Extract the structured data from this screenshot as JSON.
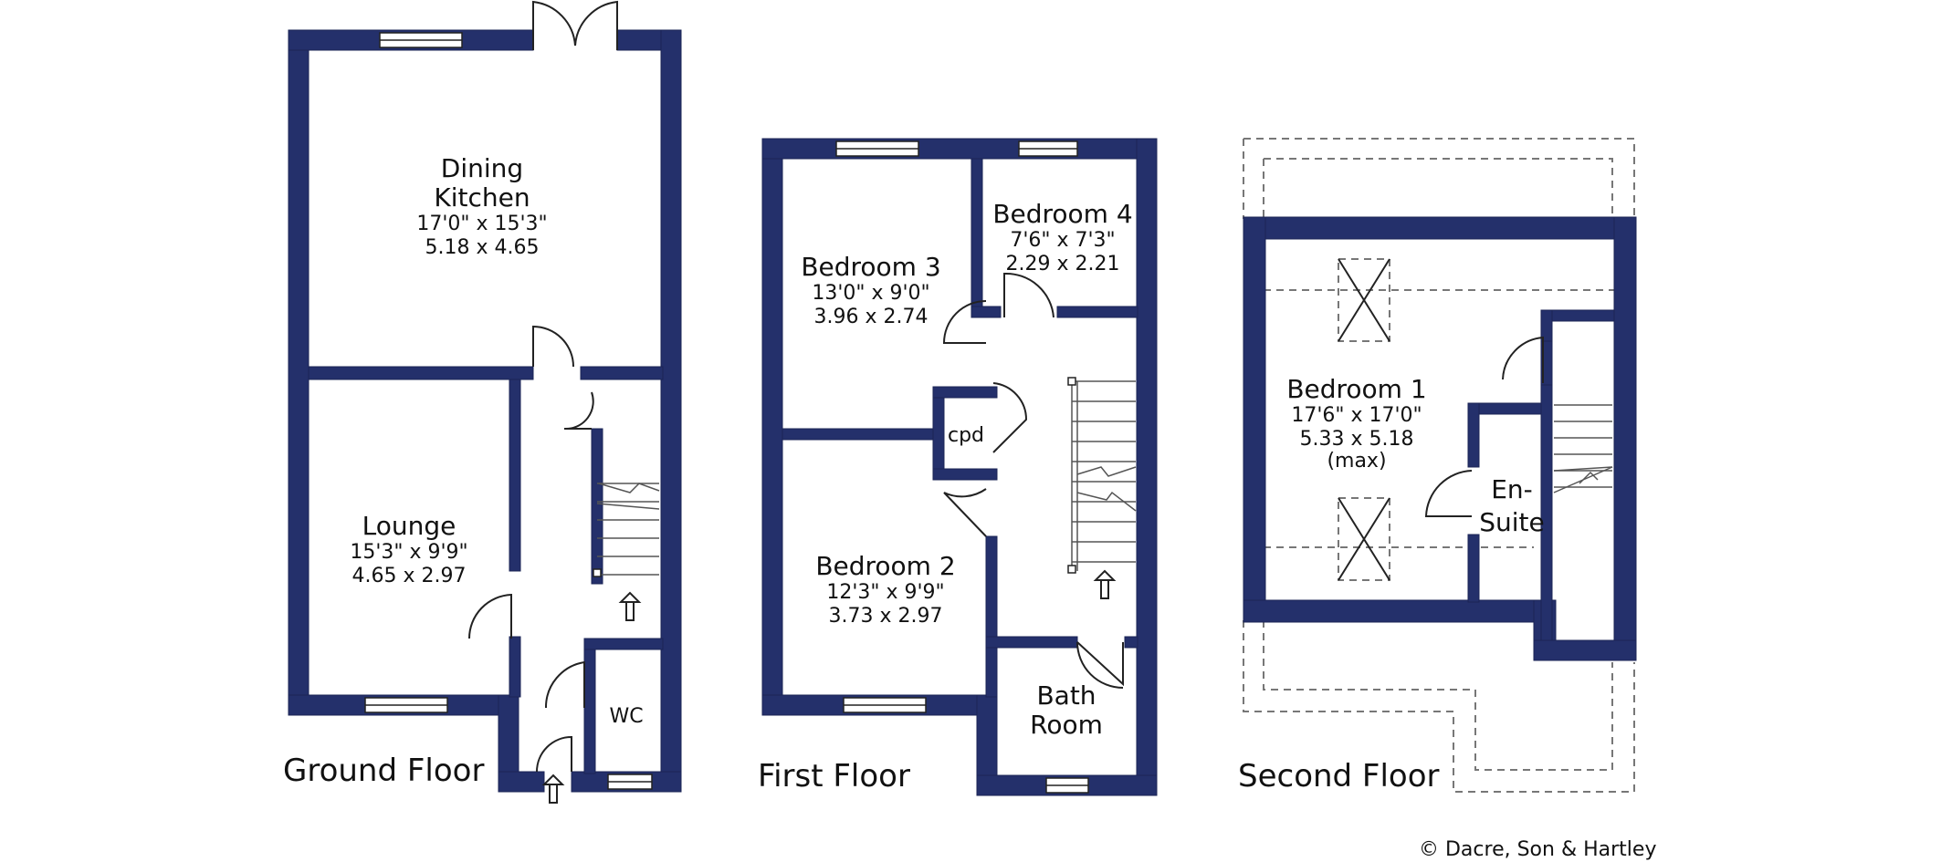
{
  "floors": [
    {
      "label": "Ground Floor",
      "rooms": [
        {
          "name_lines": [
            "Dining",
            "Kitchen"
          ],
          "dims": [
            "17'0\"  x  15'3\"",
            "5.18  x  4.65"
          ]
        },
        {
          "name_lines": [
            "Lounge"
          ],
          "dims": [
            "15'3\"  x  9'9\"",
            "4.65  x  2.97"
          ]
        },
        {
          "name_lines": [
            "WC"
          ],
          "dims": []
        }
      ]
    },
    {
      "label": "First Floor",
      "rooms": [
        {
          "name_lines": [
            "Bedroom 3"
          ],
          "dims": [
            "13'0\"  x  9'0\"",
            "3.96  x  2.74"
          ]
        },
        {
          "name_lines": [
            "Bedroom 4"
          ],
          "dims": [
            "7'6\"  x  7'3\"",
            "2.29  x  2.21"
          ]
        },
        {
          "name_lines": [
            "Bedroom 2"
          ],
          "dims": [
            "12'3\"  x  9'9\"",
            "3.73  x  2.97"
          ]
        },
        {
          "name_lines": [
            "cpd"
          ],
          "dims": []
        },
        {
          "name_lines": [
            "Bath",
            "Room"
          ],
          "dims": []
        }
      ]
    },
    {
      "label": "Second Floor",
      "rooms": [
        {
          "name_lines": [
            "Bedroom 1"
          ],
          "dims": [
            "17'6\"  x  17'0\"",
            "5.33  x  5.18",
            "(max)"
          ]
        },
        {
          "name_lines": [
            "En-",
            "Suite"
          ],
          "dims": []
        }
      ]
    }
  ],
  "copyright": "© Dacre, Son & Hartley",
  "colors": {
    "wall": "#24306b",
    "background": "#ffffff"
  }
}
